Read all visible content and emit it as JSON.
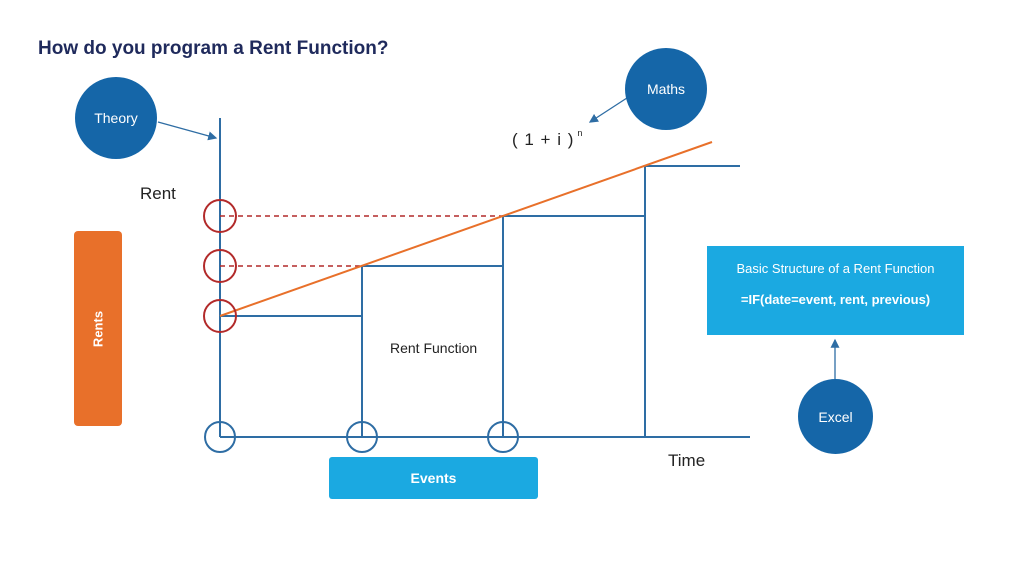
{
  "title": "How do you program a Rent Function?",
  "bubbles": {
    "theory": "Theory",
    "maths": "Maths",
    "excel": "Excel"
  },
  "axes": {
    "y_label": "Rent",
    "x_label": "Time"
  },
  "formula": {
    "base": "( 1 + i  )",
    "exponent": "n"
  },
  "rent_function_label": "Rent Function",
  "rents_label": "Rents",
  "events_label": "Events",
  "excel_box": {
    "title": "Basic Structure of a Rent Function",
    "formula": "=IF(date=event, rent, previous)"
  },
  "colors": {
    "axis_blue": "#2e6da4",
    "bubble_blue": "#1566a8",
    "light_blue": "#1ba9e1",
    "orange": "#e8702a",
    "red_marker": "#b22a2a",
    "title_navy": "#1f2a5c"
  }
}
